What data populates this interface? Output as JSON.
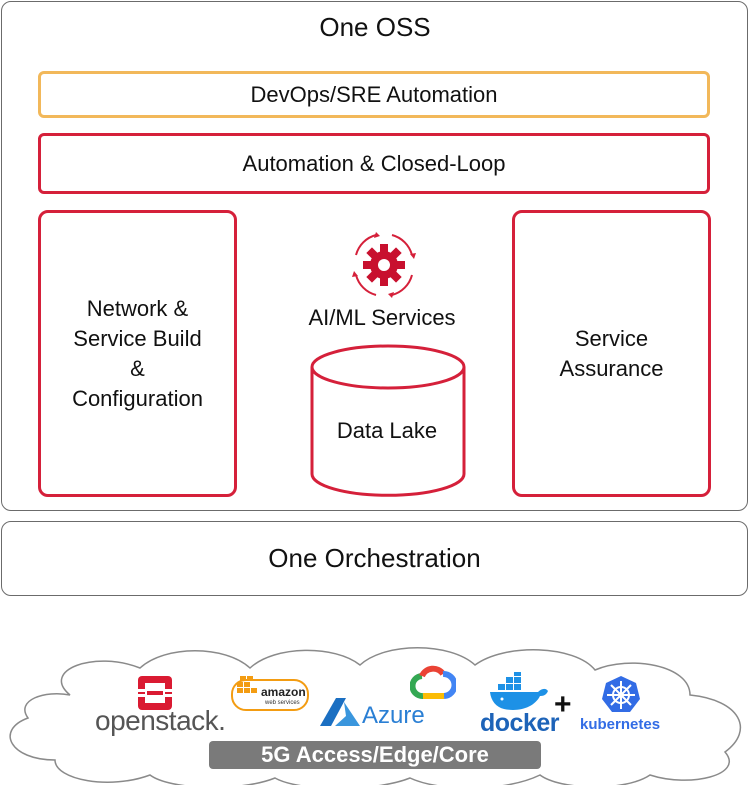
{
  "oss": {
    "title": "One OSS",
    "devops_label": "DevOps/SRE Automation",
    "automation_label": "Automation & Closed-Loop",
    "network_build": [
      "Network &",
      "Service Build",
      "&",
      "Configuration"
    ],
    "ai_ml_label": "AI/ML Services",
    "data_lake_label": "Data Lake",
    "service_assurance": [
      "Service",
      "Assurance"
    ]
  },
  "orchestration": {
    "title": "One Orchestration"
  },
  "infrastructure": {
    "openstack_label": "openstack.",
    "amazon_label": "amazon",
    "amazon_sub": "web services",
    "azure_label": "Azure",
    "docker_label": "docker",
    "plus_sign": "+",
    "kubernetes_label": "kubernetes",
    "access_label": "5G Access/Edge/Core"
  },
  "colors": {
    "accent_red": "#d5203a",
    "devops_orange": "#f2b85a",
    "border_gray": "#6b6b6b"
  }
}
